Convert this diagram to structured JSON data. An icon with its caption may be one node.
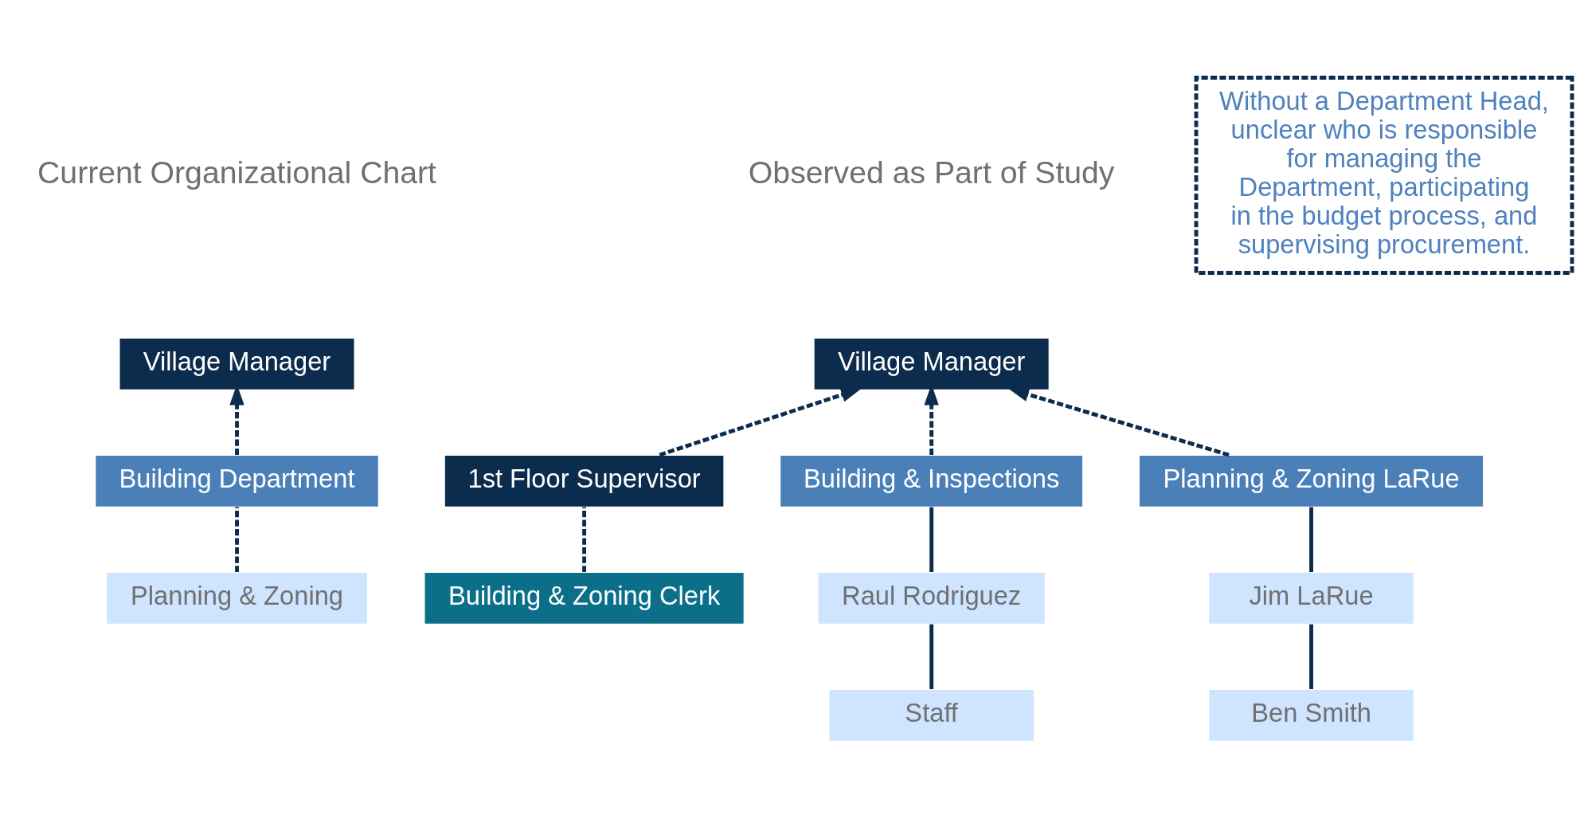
{
  "diagram": {
    "nodes": [
      {
        "text": [
          "Village Manager"
        ]
      },
      {
        "text": [
          "Building Department"
        ]
      },
      {
        "text": [
          "Planning & Zoning"
        ]
      },
      {
        "text": [
          "Village Manager"
        ]
      },
      {
        "text": [
          "1st Floor Supervisor"
        ]
      },
      {
        "text": [
          "Building & Inspections"
        ]
      },
      {
        "text": [
          "Planning & Zoning LaRue"
        ]
      },
      {
        "text": [
          "Building & Zoning Clerk"
        ]
      },
      {
        "text": [
          "Raul Rodriguez"
        ]
      },
      {
        "text": [
          "Staff"
        ]
      },
      {
        "text": [
          "Jim LaRue"
        ]
      },
      {
        "text": [
          "Ben Smith"
        ]
      },
      {
        "text": [
          "Without a Department Head, unclear who is responsible for managing the Department, participating in the budget process, and supervising procurement."
        ]
      }
    ],
    "edges": [
      {
        "from": 1,
        "to": 0,
        "arrow": "to",
        "style": "dashed"
      },
      {
        "from": 2,
        "to": 1,
        "arrow": "none",
        "style": "dashed"
      },
      {
        "from": 4,
        "to": 3,
        "arrow": "to",
        "style": "dashed"
      },
      {
        "from": 5,
        "to": 3,
        "arrow": "to",
        "style": "dashed"
      },
      {
        "from": 6,
        "to": 3,
        "arrow": "to",
        "style": "dashed"
      },
      {
        "from": 7,
        "to": 4,
        "arrow": "none",
        "style": "dashed"
      },
      {
        "from": 8,
        "to": 5,
        "arrow": "none"
      },
      {
        "from": 9,
        "to": 8,
        "arrow": "none"
      },
      {
        "from": 10,
        "to": 6,
        "arrow": "none"
      },
      {
        "from": 11,
        "to": 10,
        "arrow": "none"
      }
    ],
    "labels": [
      "Current Organizational Chart",
      "Observed as Part of Study"
    ]
  }
}
